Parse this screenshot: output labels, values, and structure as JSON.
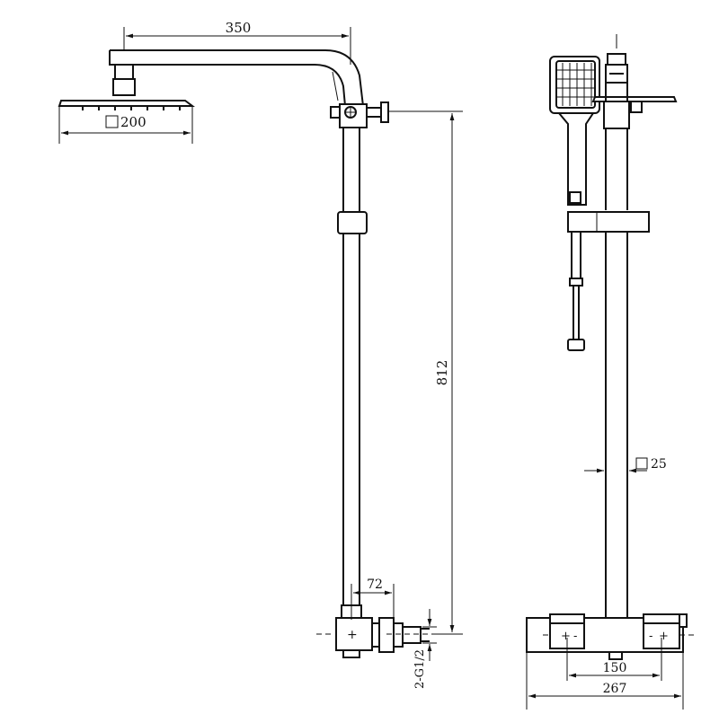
{
  "dimensions": {
    "arm_length": "350",
    "head_size": "200",
    "riser_height": "812",
    "riser_section": "25",
    "inlet_offset": "72",
    "inlet_thread": "2-G1/2",
    "inlet_centers": "150",
    "valve_width": "267"
  },
  "symbols": {
    "square": "□",
    "plus": "+",
    "minus": "-"
  },
  "colors": {
    "line": "#111111",
    "background": "#ffffff"
  }
}
